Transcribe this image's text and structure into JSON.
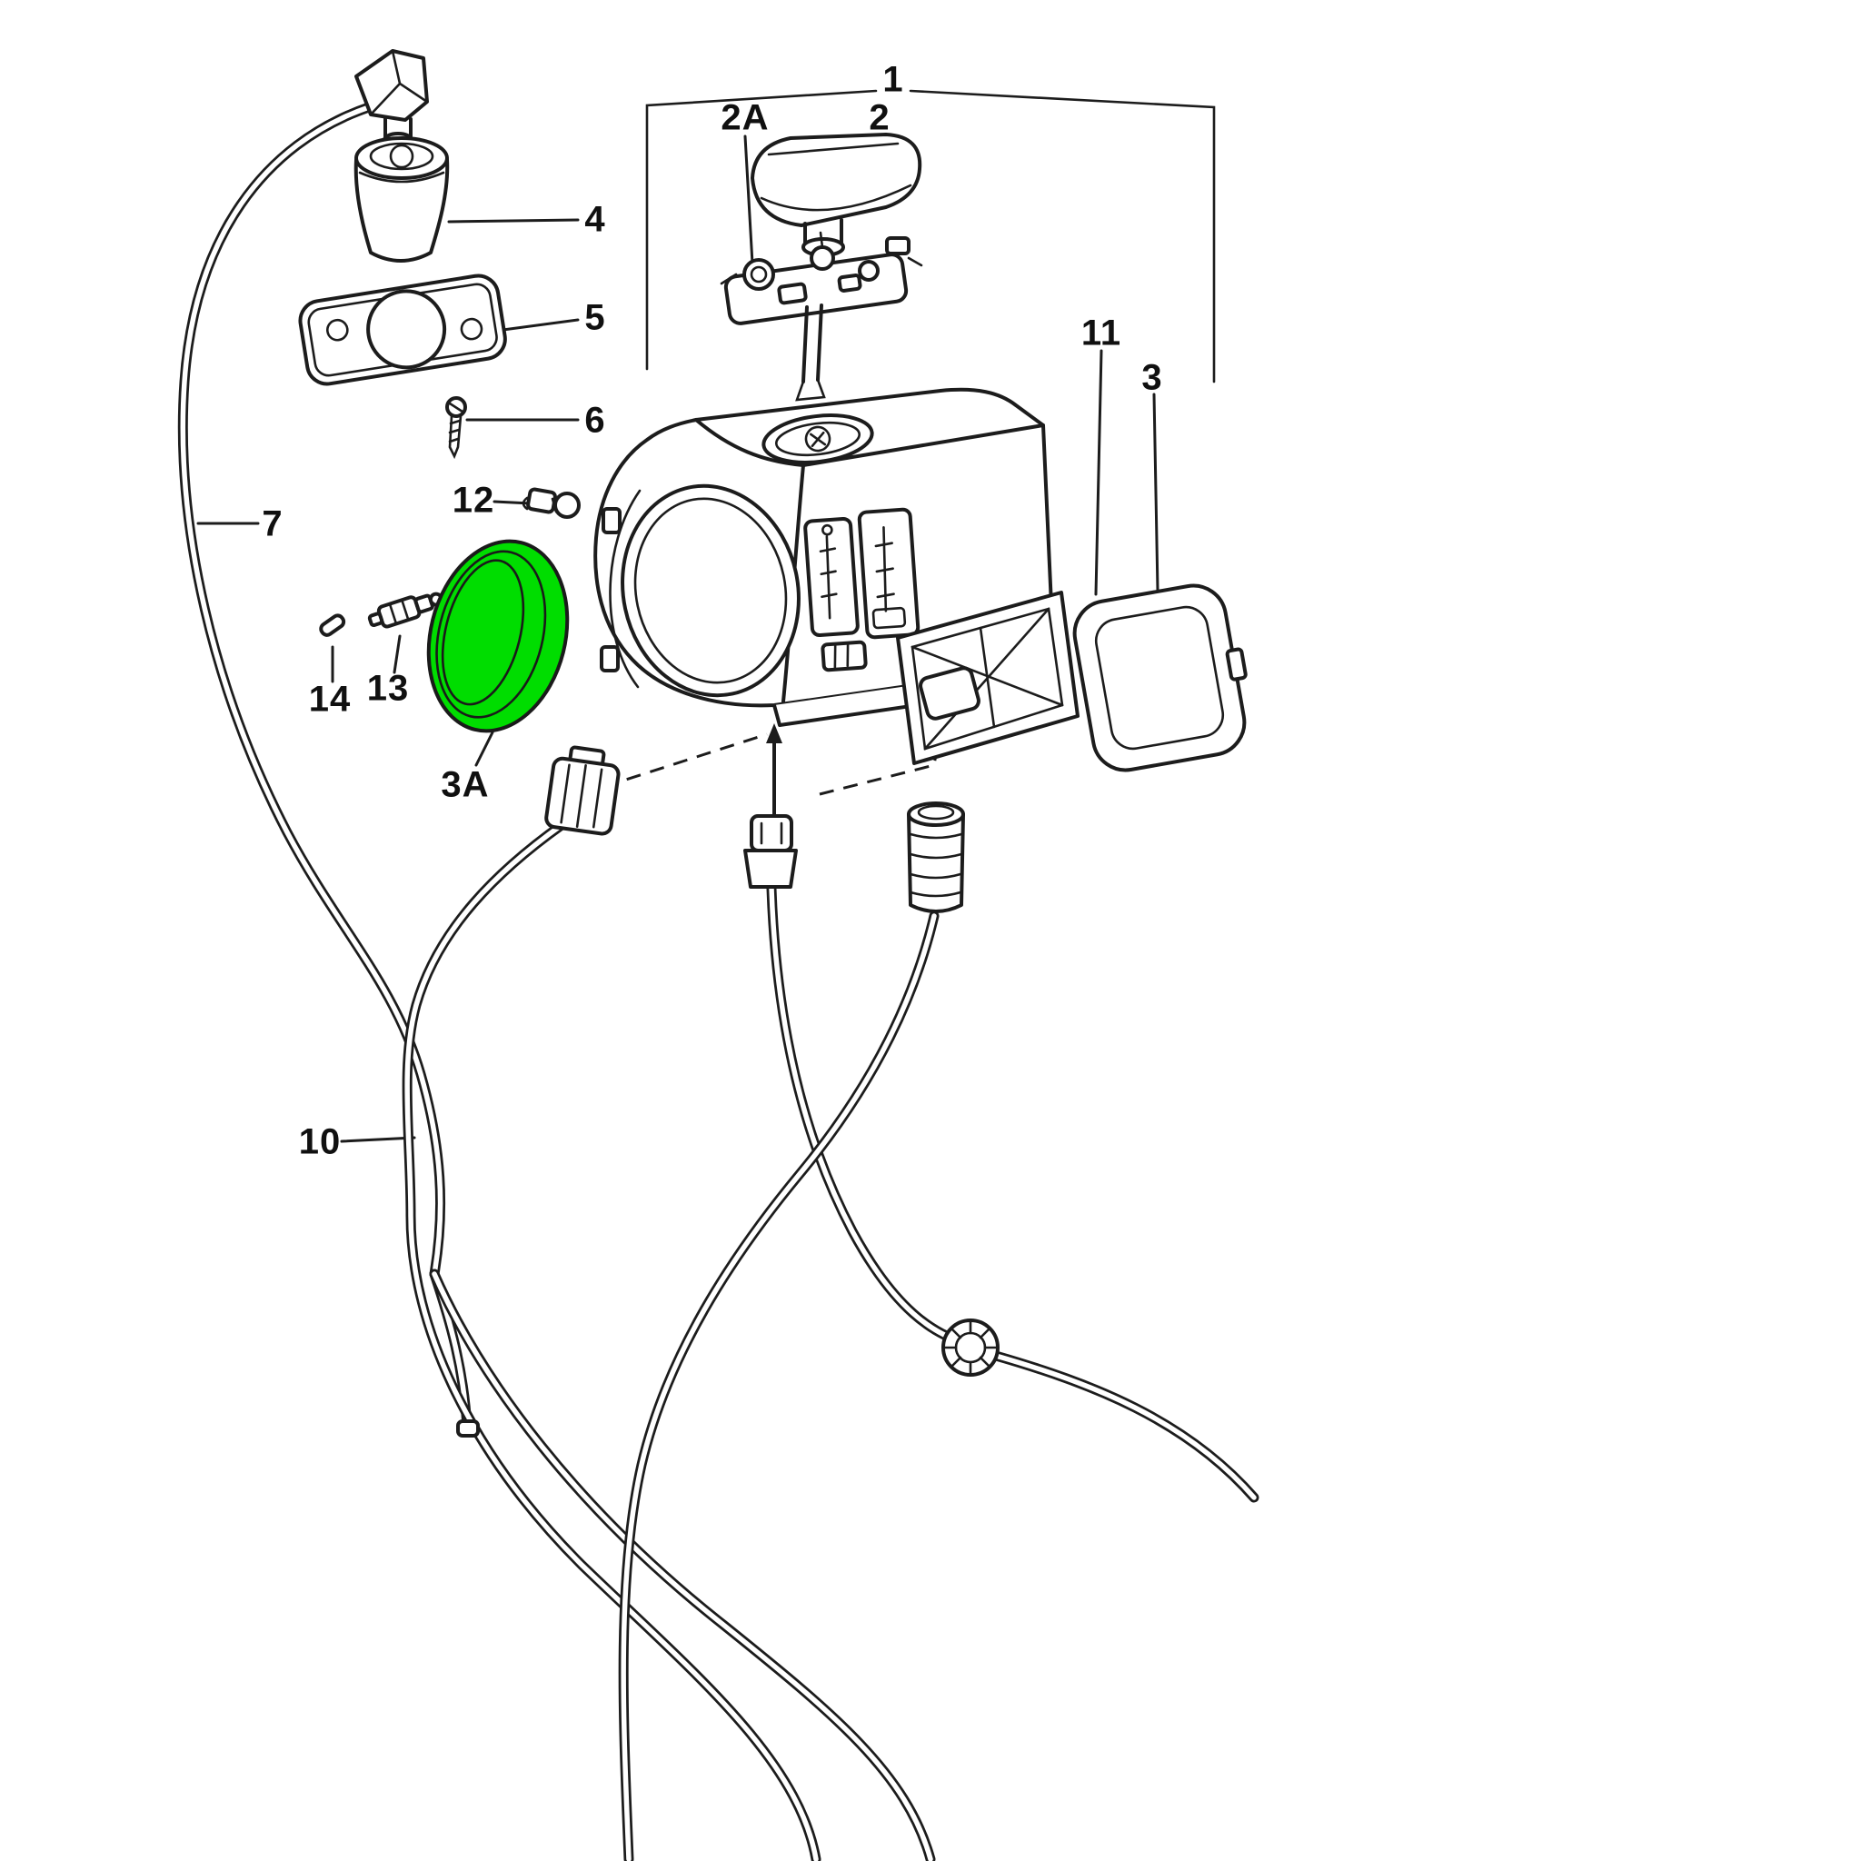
{
  "diagram": {
    "type": "exploded-parts-diagram",
    "background_color": "#ffffff",
    "line_color": "#1c1c1c",
    "highlight_color": "#00dd00",
    "highlighted_part": "3A",
    "part_labels": [
      {
        "id": "1",
        "text": "1"
      },
      {
        "id": "2A",
        "text": "2A"
      },
      {
        "id": "2",
        "text": "2"
      },
      {
        "id": "4",
        "text": "4"
      },
      {
        "id": "5",
        "text": "5"
      },
      {
        "id": "6",
        "text": "6"
      },
      {
        "id": "12",
        "text": "12"
      },
      {
        "id": "7",
        "text": "7"
      },
      {
        "id": "13",
        "text": "13"
      },
      {
        "id": "14",
        "text": "14"
      },
      {
        "id": "3A",
        "text": "3A"
      },
      {
        "id": "11",
        "text": "11"
      },
      {
        "id": "3",
        "text": "3"
      },
      {
        "id": "10",
        "text": "10"
      }
    ]
  }
}
